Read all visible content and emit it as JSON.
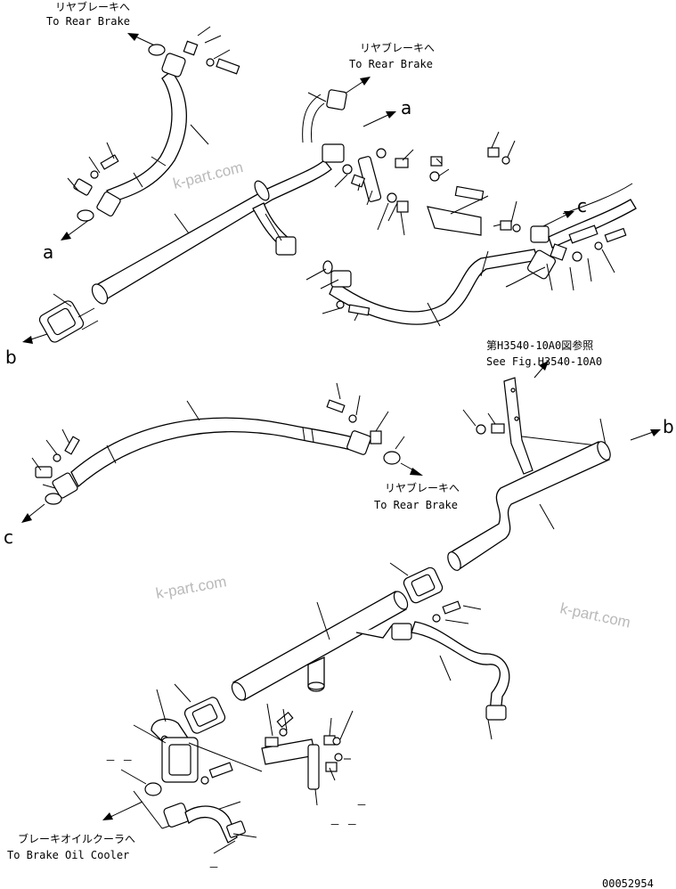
{
  "labels": {
    "rear_brake_jp": "リヤブレーキへ",
    "rear_brake_en": "To Rear Brake",
    "brake_cooler_jp": "ブレーキオイルクーラへ",
    "brake_cooler_en": "To Brake Oil Cooler",
    "see_fig_jp": "第H3540-10A0図参照",
    "see_fig_en": "See Fig.H3540-10A0",
    "ref_a": "a",
    "ref_b": "b",
    "ref_c": "c",
    "dash_short": "－ －",
    "dash_single": "－",
    "watermark": "k-part.com",
    "drawing_number": "00052954"
  }
}
